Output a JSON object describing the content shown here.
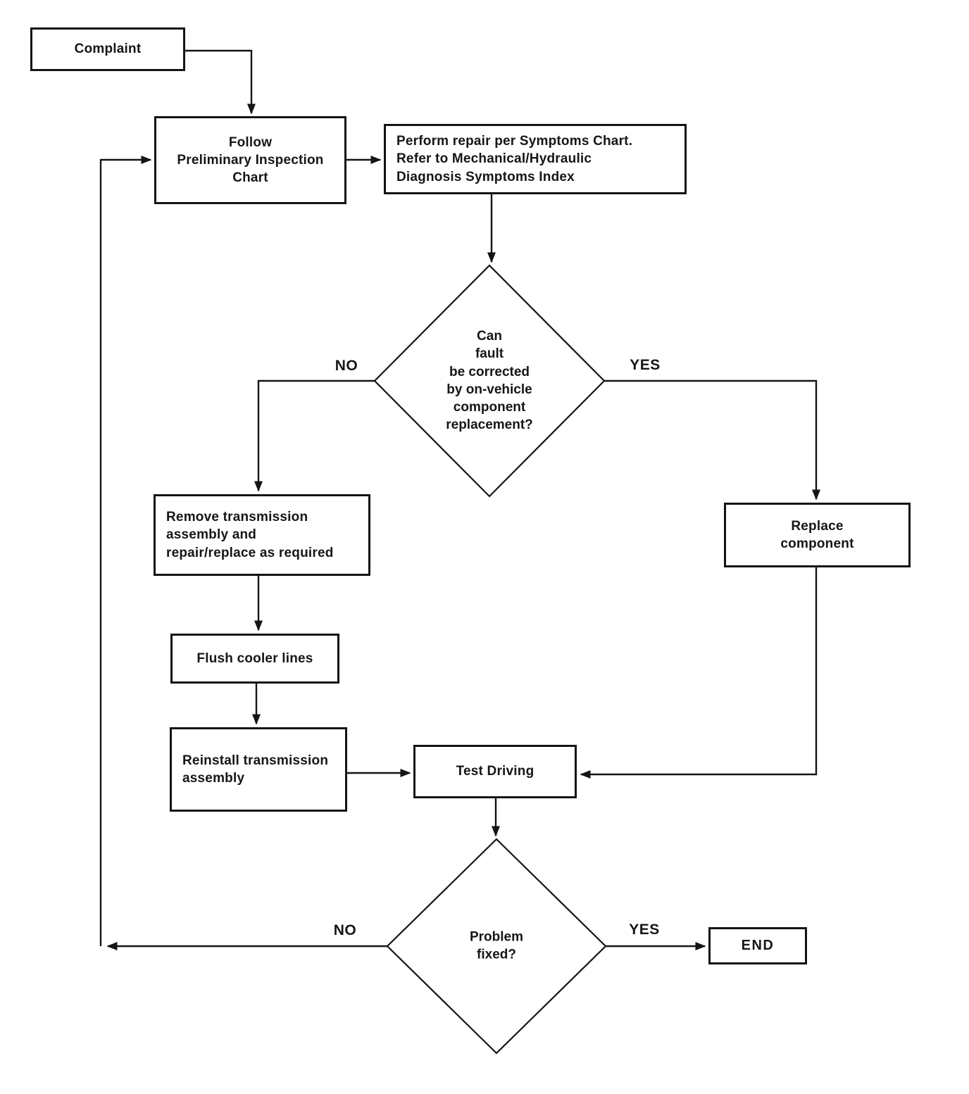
{
  "diagram": {
    "title_hint": "Transmission mechanical/hydraulic diagnosis flowchart",
    "colors": {
      "line": "#141414",
      "text": "#161616",
      "background": "#ffffff"
    },
    "nodes": {
      "complaint": {
        "label": "Complaint",
        "shape": "rect"
      },
      "follow": {
        "label": "Follow\nPreliminary Inspection\nChart",
        "shape": "rect"
      },
      "perform": {
        "label": "Perform repair per Symptoms Chart.\nRefer to Mechanical/Hydraulic\nDiagnosis Symptoms Index",
        "shape": "rect"
      },
      "decision1": {
        "label": "Can\nfault\nbe corrected\nby on-vehicle\ncomponent\nreplacement?",
        "shape": "diamond"
      },
      "remove": {
        "label": "Remove transmission\nassembly and\nrepair/replace as required",
        "shape": "rect"
      },
      "flush": {
        "label": "Flush cooler lines",
        "shape": "rect"
      },
      "reinstall": {
        "label": "Reinstall transmission\nassembly",
        "shape": "rect"
      },
      "test_driving": {
        "label": "Test Driving",
        "shape": "rect"
      },
      "replace": {
        "label": "Replace\ncomponent",
        "shape": "rect"
      },
      "decision2": {
        "label": "Problem\nfixed?",
        "shape": "diamond"
      },
      "end": {
        "label": "END",
        "shape": "rect"
      }
    },
    "edge_labels": {
      "decision1_no": "NO",
      "decision1_yes": "YES",
      "decision2_no": "NO",
      "decision2_yes": "YES"
    },
    "edges": [
      {
        "from": "complaint",
        "to": "follow"
      },
      {
        "from": "follow",
        "to": "perform"
      },
      {
        "from": "perform",
        "to": "decision1"
      },
      {
        "from": "decision1",
        "to": "remove",
        "label": "NO"
      },
      {
        "from": "decision1",
        "to": "replace",
        "label": "YES"
      },
      {
        "from": "remove",
        "to": "flush"
      },
      {
        "from": "flush",
        "to": "reinstall"
      },
      {
        "from": "reinstall",
        "to": "test_driving"
      },
      {
        "from": "replace",
        "to": "test_driving"
      },
      {
        "from": "test_driving",
        "to": "decision2"
      },
      {
        "from": "decision2",
        "to": "follow",
        "label": "NO"
      },
      {
        "from": "decision2",
        "to": "end",
        "label": "YES"
      }
    ]
  }
}
